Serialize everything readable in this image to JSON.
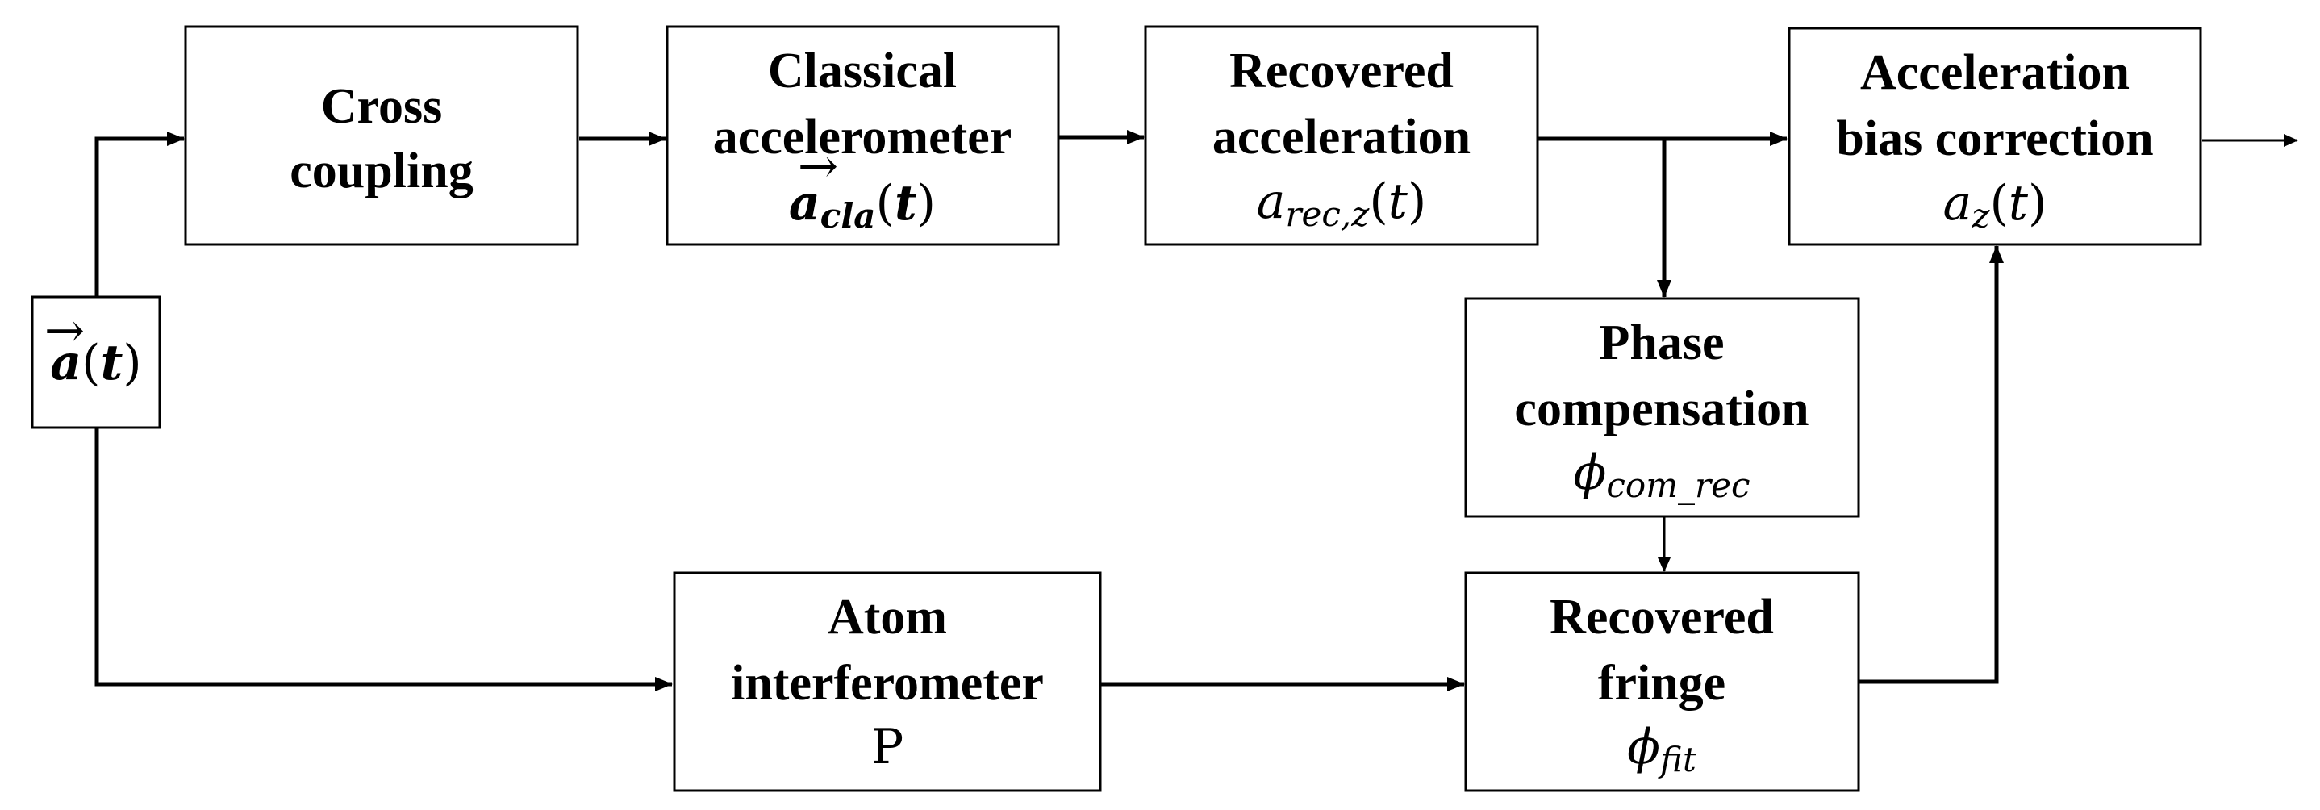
{
  "colors": {
    "stroke": "#000000",
    "background": "#ffffff"
  },
  "input": {
    "symbol_var": "a",
    "arrow": "→",
    "open_paren": "(",
    "arg": "t",
    "close_paren": ")"
  },
  "blocks": {
    "cross_coupling": {
      "line1": "Cross",
      "line2": "coupling"
    },
    "classical_accelerometer": {
      "line1": "Classical",
      "line2": "accelerometer",
      "formula": {
        "var": "a",
        "arrow": "→",
        "sub": "cla",
        "open_paren": "(",
        "arg": "t",
        "close_paren": ")"
      }
    },
    "recovered_acceleration": {
      "line1": "Recovered",
      "line2": "acceleration",
      "formula": {
        "var": "a",
        "sub": "rec,z",
        "open_paren": "(",
        "arg": "t",
        "close_paren": ")"
      }
    },
    "acceleration_bias_correction": {
      "line1": "Acceleration",
      "line2": "bias correction",
      "formula": {
        "var": "a",
        "sub": "z",
        "open_paren": "(",
        "arg": "t",
        "close_paren": ")"
      }
    },
    "phase_compensation": {
      "line1": "Phase",
      "line2": "compensation",
      "formula": {
        "var": "ϕ",
        "sub": "com_rec"
      }
    },
    "atom_interferometer": {
      "line1": "Atom",
      "line2": "interferometer",
      "formula": "P"
    },
    "recovered_fringe": {
      "line1": "Recovered",
      "line2": "fringe",
      "formula": {
        "var": "ϕ",
        "sub": "fit"
      }
    }
  }
}
